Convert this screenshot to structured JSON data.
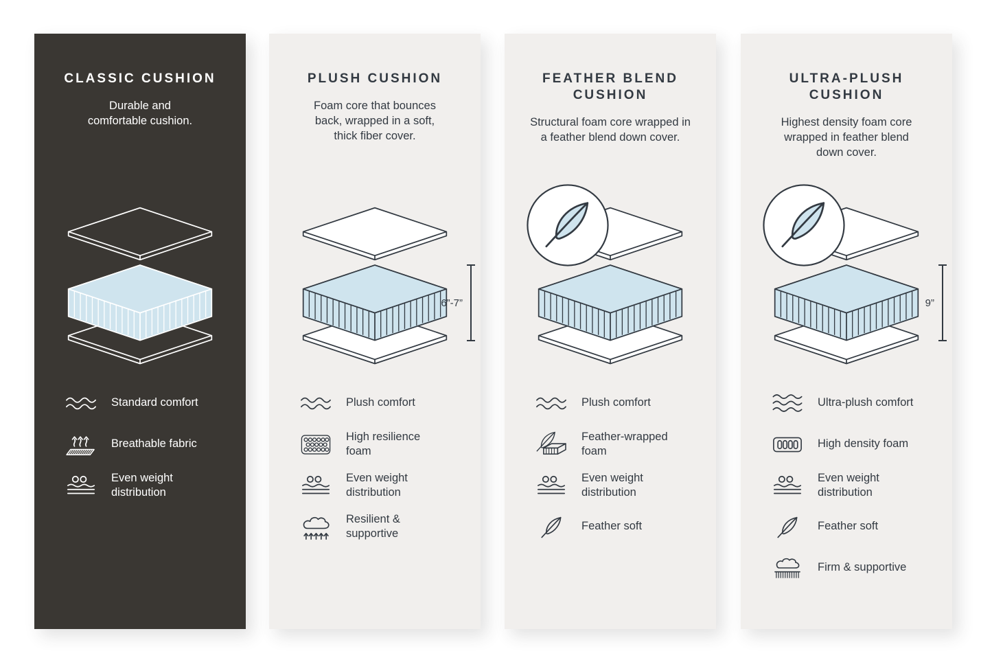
{
  "colors": {
    "page_background": "#ffffff",
    "dark_panel_background": "#3a3733",
    "light_panel_background": "#f1efed",
    "ink": "#333a42",
    "foam_blue": "#cfe4ee"
  },
  "panels": [
    {
      "id": "classic",
      "theme": "dark",
      "title": "CLASSIC CUSHION",
      "description": "Durable and\ncomfortable cushion.",
      "diagram": {
        "type": "layered-cushion",
        "badge": null,
        "measurement": null
      },
      "features": [
        {
          "icon": "wave-icon",
          "label": "Standard comfort"
        },
        {
          "icon": "breathable-fabric-icon",
          "label": "Breathable fabric"
        },
        {
          "icon": "weight-distribution-icon",
          "label": "Even weight\ndistribution"
        }
      ]
    },
    {
      "id": "plush",
      "theme": "light",
      "title": "PLUSH CUSHION",
      "description": "Foam core that bounces\nback, wrapped in a soft,\nthick fiber cover.",
      "diagram": {
        "type": "layered-cushion",
        "badge": null,
        "measurement": "6”-7”"
      },
      "features": [
        {
          "icon": "wave-icon",
          "label": "Plush comfort"
        },
        {
          "icon": "foam-cells-icon",
          "label": "High resilience\nfoam"
        },
        {
          "icon": "weight-distribution-icon",
          "label": "Even weight\ndistribution"
        },
        {
          "icon": "resilient-supportive-icon",
          "label": "Resilient &\nsupportive"
        }
      ]
    },
    {
      "id": "feather-blend",
      "theme": "light",
      "title": "FEATHER BLEND\nCUSHION",
      "description": "Structural foam core wrapped in\na feather blend down cover.",
      "diagram": {
        "type": "layered-cushion",
        "badge": "feather",
        "measurement": null
      },
      "features": [
        {
          "icon": "wave-icon",
          "label": "Plush comfort"
        },
        {
          "icon": "feather-foam-icon",
          "label": "Feather-wrapped\nfoam"
        },
        {
          "icon": "weight-distribution-icon",
          "label": "Even weight\ndistribution"
        },
        {
          "icon": "feather-icon",
          "label": "Feather soft"
        }
      ]
    },
    {
      "id": "ultra-plush",
      "theme": "light",
      "title": "ULTRA-PLUSH\nCUSHION",
      "description": "Highest density foam core\nwrapped in feather blend\ndown cover.",
      "diagram": {
        "type": "layered-cushion",
        "badge": "feather",
        "measurement": "9”"
      },
      "features": [
        {
          "icon": "wave-3-icon",
          "label": "Ultra-plush comfort"
        },
        {
          "icon": "density-foam-icon",
          "label": "High density foam"
        },
        {
          "icon": "weight-distribution-icon",
          "label": "Even weight\ndistribution"
        },
        {
          "icon": "feather-icon",
          "label": "Feather soft"
        },
        {
          "icon": "firm-supportive-icon",
          "label": "Firm & supportive"
        }
      ]
    }
  ]
}
